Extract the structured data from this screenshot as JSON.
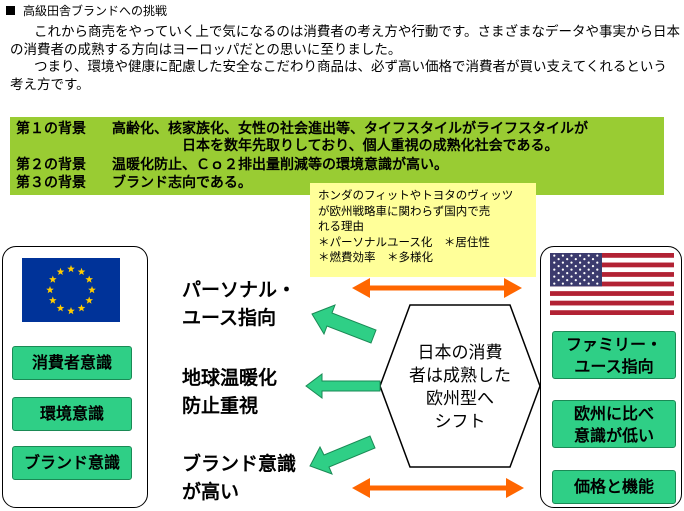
{
  "heading": "高級田舎ブランドへの挑戦",
  "intro": [
    "これから商売をやっていく上で気になるのは消費者の考え方や行動です。さまざまなデータや事実から日本の消費者の成熟する方向はヨーロッパだとの思いに至りました。",
    "つまり、環境や健康に配慮した安全なこだわり商品は、必ず高い価格で消費者が買い支えてくれるという考え方です。"
  ],
  "backgrounds": [
    {
      "label": "第１の背景",
      "text": "高齢化、核家族化、女性の社会進出等、タイフスタイルがライフスタイルが",
      "text2": "日本を数年先取りしており、個人重視の成熟化社会である。"
    },
    {
      "label": "第２の背景",
      "text": "温暖化防止、Ｃｏ２排出量削減等の環境意識が高い。"
    },
    {
      "label": "第３の背景",
      "text": "ブランド志向である。"
    }
  ],
  "note": {
    "lines": [
      "ホンダのフィットやトヨタのヴィッツ",
      "が欧州戦略車に関わらず国内で売",
      "れる理由",
      "＊パーソナルユース化　＊居住性",
      "＊燃費効率　＊多様化"
    ]
  },
  "left_panel": {
    "items": [
      "消費者意識",
      "環境意識",
      "ブランド意識"
    ]
  },
  "center": {
    "items": [
      {
        "line1": "パーソナル・",
        "line2": "ユース指向"
      },
      {
        "line1": "地球温暖化",
        "line2": "防止重視"
      },
      {
        "line1": "ブランド意識",
        "line2": "が高い"
      }
    ],
    "hexagon_lines": [
      "日本の消費",
      "者は成熟した",
      "欧州型へ",
      "シフト"
    ]
  },
  "right_panel": {
    "items": [
      {
        "line1": "ファミリー・",
        "line2": "ユース指向"
      },
      {
        "line1": "欧州に比べ",
        "line2": "意識が低い"
      },
      {
        "line1": "価格と機能",
        "line2": ""
      }
    ]
  },
  "colors": {
    "green_band": "#99cc33",
    "note_bg": "#ffff99",
    "box_green": "#2fcf86",
    "arrow_orange": "#ff6600",
    "eu_blue": "#003399",
    "eu_star": "#ffcc00",
    "us_red": "#b22234",
    "us_blue": "#3c3b6e"
  }
}
